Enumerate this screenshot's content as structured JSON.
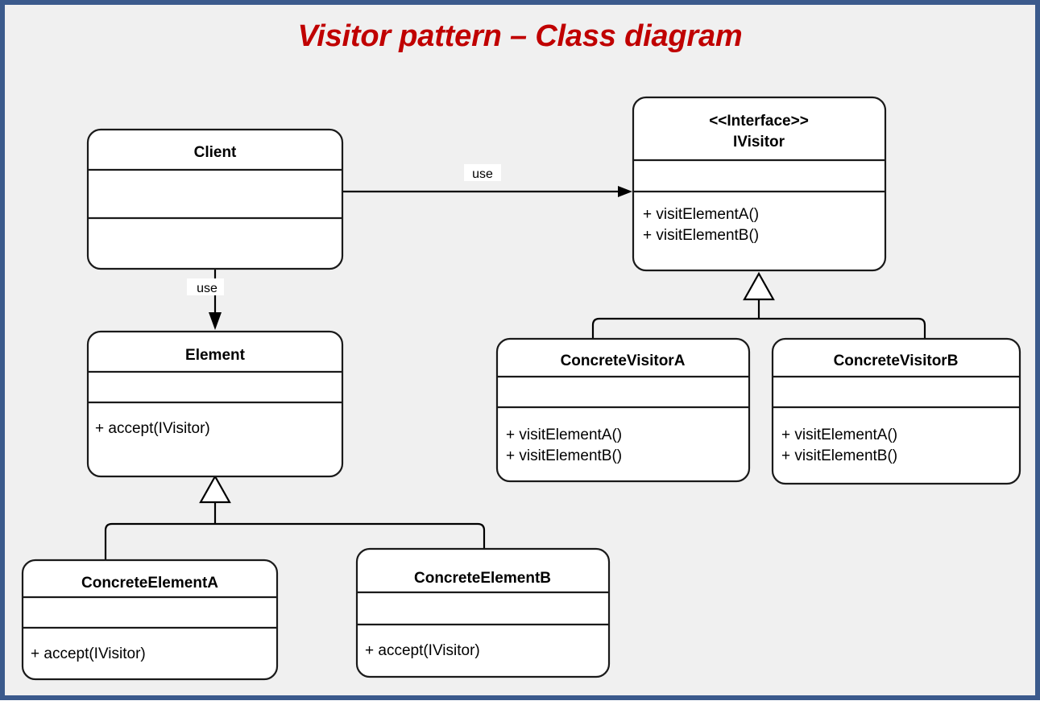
{
  "slide": {
    "title": "Visitor pattern – Class diagram",
    "title_color": "#c00000",
    "border_color": "#3b5a8c",
    "background_color": "#f0f0f0"
  },
  "diagram": {
    "type": "uml-class-diagram",
    "classes": [
      {
        "id": "client",
        "name": "Client",
        "stereotype": "",
        "attributes": [],
        "methods": []
      },
      {
        "id": "ivisitor",
        "name": "IVisitor",
        "stereotype": "<<Interface>>",
        "attributes": [],
        "methods": [
          "+ visitElementA()",
          "+ visitElementB()"
        ]
      },
      {
        "id": "element",
        "name": "Element",
        "stereotype": "",
        "attributes": [],
        "methods": [
          "+ accept(IVisitor)"
        ]
      },
      {
        "id": "concrete-visitor-a",
        "name": "ConcreteVisitorA",
        "stereotype": "",
        "attributes": [],
        "methods": [
          "+ visitElementA()",
          "+ visitElementB()"
        ]
      },
      {
        "id": "concrete-visitor-b",
        "name": "ConcreteVisitorB",
        "stereotype": "",
        "attributes": [],
        "methods": [
          "+ visitElementA()",
          "+ visitElementB()"
        ]
      },
      {
        "id": "concrete-element-a",
        "name": "ConcreteElementA",
        "stereotype": "",
        "attributes": [],
        "methods": [
          "+ accept(IVisitor)"
        ]
      },
      {
        "id": "concrete-element-b",
        "name": "ConcreteElementB",
        "stereotype": "",
        "attributes": [],
        "methods": [
          "+ accept(IVisitor)"
        ]
      }
    ],
    "relationships": [
      {
        "id": "client-uses-ivisitor",
        "from": "client",
        "to": "ivisitor",
        "kind": "dependency",
        "label": "use"
      },
      {
        "id": "client-uses-element",
        "from": "client",
        "to": "element",
        "kind": "dependency",
        "label": "use"
      },
      {
        "id": "cva-implements-ivisitor",
        "from": "concrete-visitor-a",
        "to": "ivisitor",
        "kind": "generalization",
        "label": ""
      },
      {
        "id": "cvb-implements-ivisitor",
        "from": "concrete-visitor-b",
        "to": "ivisitor",
        "kind": "generalization",
        "label": ""
      },
      {
        "id": "cea-extends-element",
        "from": "concrete-element-a",
        "to": "element",
        "kind": "generalization",
        "label": ""
      },
      {
        "id": "ceb-extends-element",
        "from": "concrete-element-b",
        "to": "element",
        "kind": "generalization",
        "label": ""
      }
    ]
  }
}
